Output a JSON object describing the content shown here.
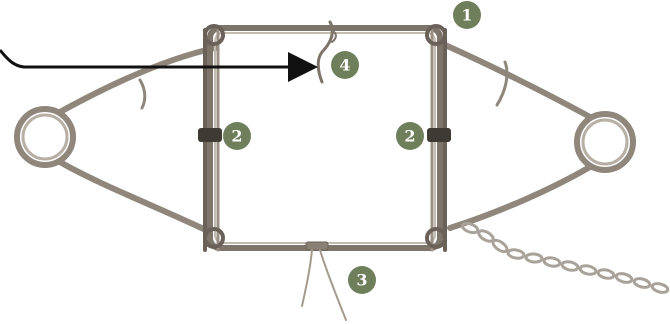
{
  "diagram": {
    "callouts": [
      {
        "id": "callout-1",
        "label": "1"
      },
      {
        "id": "callout-2-left",
        "label": "2"
      },
      {
        "id": "callout-2-right",
        "label": "2"
      },
      {
        "id": "callout-3",
        "label": "3"
      },
      {
        "id": "callout-4",
        "label": "4"
      }
    ]
  },
  "colors": {
    "badge": "#6f7f5b",
    "wire": "#9a9084",
    "wire_dark": "#5e564d",
    "pointer": "#111111",
    "chain": "#a8a29a"
  }
}
